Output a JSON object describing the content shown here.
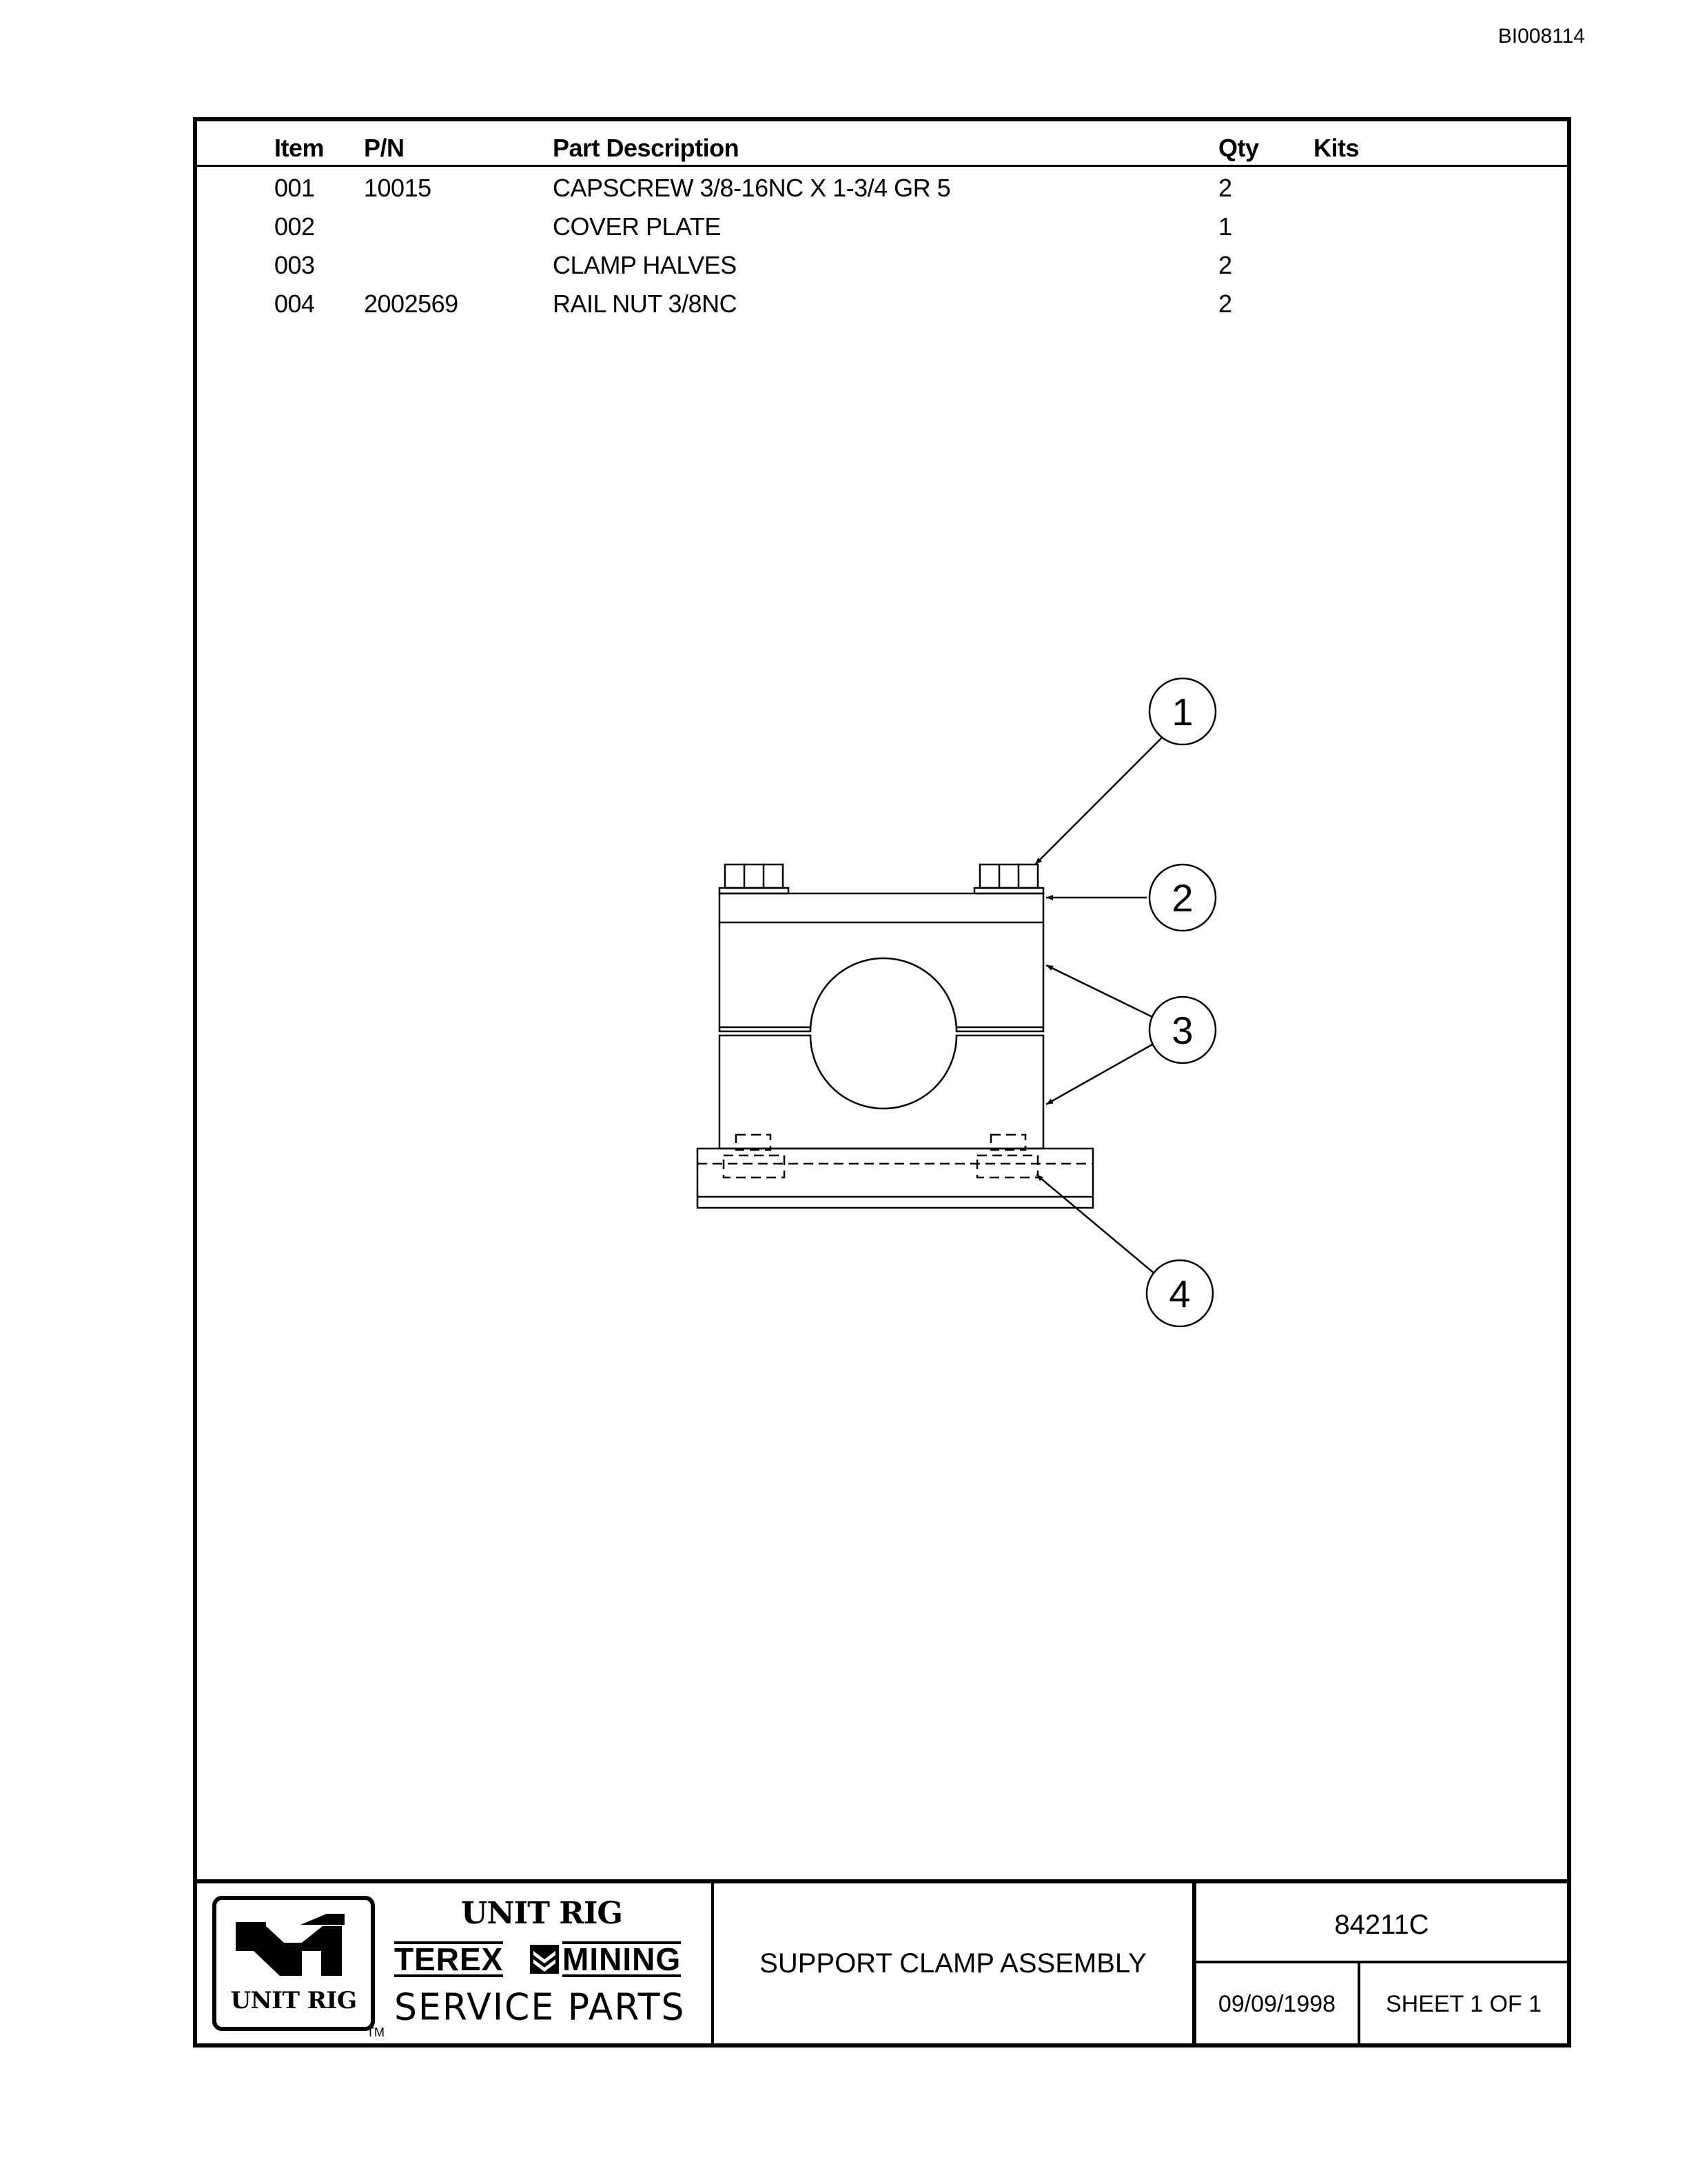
{
  "doc_id": "BI008114",
  "table": {
    "headers": {
      "item": "Item",
      "pn": "P/N",
      "description": "Part Description",
      "qty": "Qty",
      "kits": "Kits"
    },
    "rows": [
      {
        "item": "001",
        "pn": "10015",
        "description": "CAPSCREW 3/8-16NC X 1-3/4 GR 5",
        "qty": "2",
        "kits": ""
      },
      {
        "item": "002",
        "pn": "",
        "description": "COVER PLATE",
        "qty": "1",
        "kits": ""
      },
      {
        "item": "003",
        "pn": "",
        "description": "CLAMP HALVES",
        "qty": "2",
        "kits": ""
      },
      {
        "item": "004",
        "pn": "2002569",
        "description": "RAIL NUT 3/8NC",
        "qty": "2",
        "kits": ""
      }
    ]
  },
  "drawing": {
    "balloons": [
      "1",
      "2",
      "3",
      "4"
    ]
  },
  "title_block": {
    "logo_box_text": "UNIT RIG",
    "logo_trademark": "TM",
    "brand_line": "UNIT RIG",
    "terex_word": "TEREX",
    "mining_word": "MINING",
    "service_parts": "SERVICE PARTS",
    "title": "SUPPORT CLAMP ASSEMBLY",
    "drawing_number": "84211C",
    "date": "09/09/1998",
    "sheet": "SHEET 1 OF 1"
  }
}
